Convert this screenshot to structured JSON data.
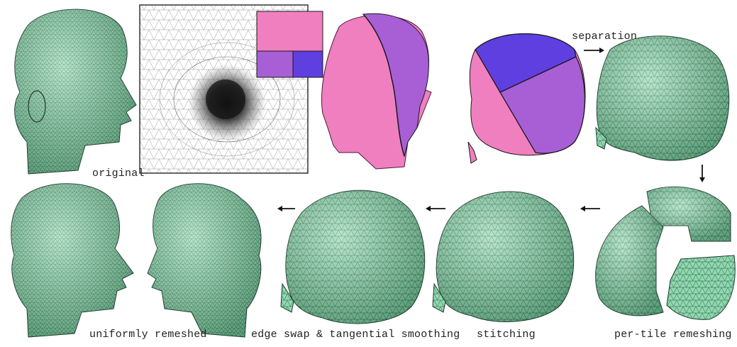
{
  "figure": {
    "labels": {
      "original": "original",
      "separation": "separation",
      "per_tile": "per-tile remeshing",
      "stitching": "stitching",
      "smoothing": "edge swap & tangential smoothing",
      "uniform": "uniformly remeshed"
    },
    "colors": {
      "mesh_green": "#8fd9b0",
      "mesh_line": "#2a4a3a",
      "tile_pink": "#f07fbf",
      "tile_purple": "#a85fd6",
      "tile_blue": "#5f3fe0",
      "outline": "#1a1a1a"
    },
    "icons": {
      "arrow_right": "arrow-right-icon",
      "arrow_left": "arrow-left-icon",
      "arrow_down": "arrow-down-icon"
    }
  }
}
